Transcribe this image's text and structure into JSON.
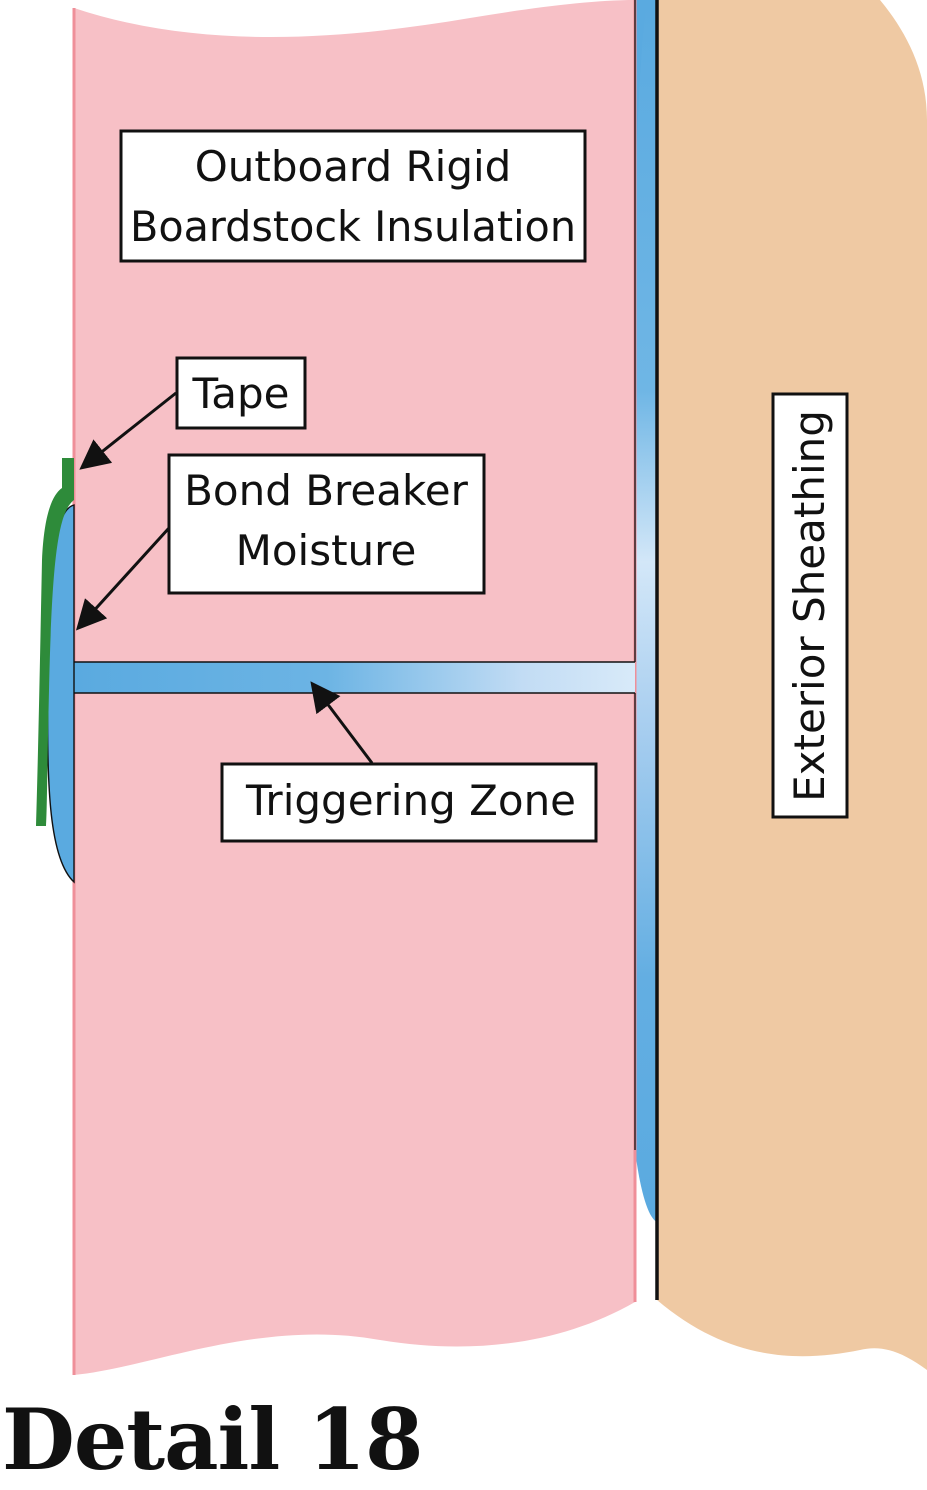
{
  "caption": "Detail 18",
  "labels": {
    "insulation_line1": "Outboard Rigid",
    "insulation_line2": "Boardstock Insulation",
    "tape": "Tape",
    "bond_breaker_line1": "Bond Breaker",
    "bond_breaker_line2": "Moisture",
    "triggering_zone": "Triggering Zone",
    "sheathing": "Exterior Sheathing"
  },
  "colors": {
    "insulation": "#f7c0c6",
    "insulation_edge": "#ef8f99",
    "sheathing": "#efc9a3",
    "moisture": "#5aaae0",
    "moisture_light": "#d3e7f8",
    "tape": "#2e8b3a",
    "outline": "#111111"
  }
}
